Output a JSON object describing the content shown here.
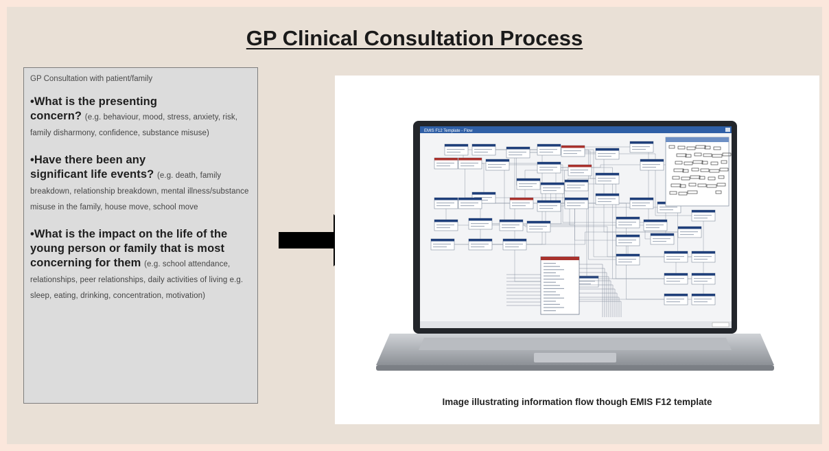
{
  "title": "GP Clinical Consultation Process",
  "textbox": {
    "header": "GP Consultation with patient/family",
    "questions": [
      {
        "title_line1": "•What is the presenting",
        "title_line2": "concern?",
        "detail": "(e.g. behaviour, mood, stress, anxiety, risk, family disharmony, confidence, substance misuse)"
      },
      {
        "title_line1": "•Have there been any",
        "title_line2": "significant life events?",
        "detail": "(e.g. death, family breakdown, relationship breakdown, mental illness/substance misuse in the family, house move, school move"
      },
      {
        "title_line1": "•What is the impact on the life of the young person or family that is most concerning for",
        "title_line2": "them",
        "detail": "(e.g. school attendance, relationships, peer relationships, daily activities of living e.g. sleep, eating, drinking, concentration, motivation)"
      }
    ]
  },
  "image_panel": {
    "caption": "Image illustrating information flow though EMIS F12  template",
    "window_title": "EMIS F12 Template - Flow"
  },
  "colors": {
    "page_bg": "#fbe7dc",
    "slide_bg": "#e9e0d6",
    "box_bg": "#dcdcdc",
    "arrow": "#000000",
    "node_header_blue": "#1f3f7a",
    "node_header_red": "#a8322d"
  }
}
